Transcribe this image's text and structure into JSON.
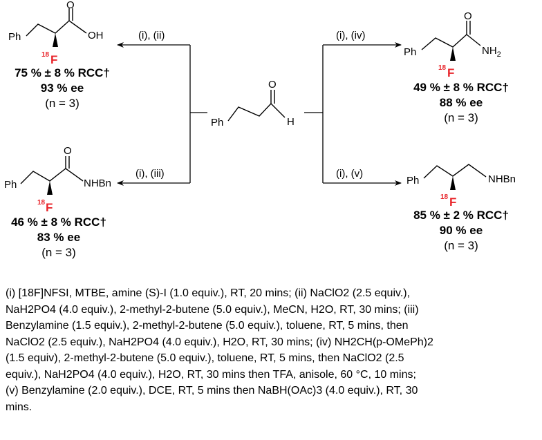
{
  "center": {
    "ph": "Ph",
    "o": "O",
    "h": "H"
  },
  "arrows": {
    "acid": "(i), (ii)",
    "benzylamide": "(i), (iii)",
    "amide": "(i), (iv)",
    "amine": "(i), (v)"
  },
  "products": {
    "acid": {
      "ph": "Ph",
      "o": "O",
      "oh": "OH",
      "f_mass": "18",
      "f": "F",
      "rcc": "75 % ± 8 % RCC†",
      "ee": "93 % ee",
      "n": "(n = 3)"
    },
    "benzylamide": {
      "ph": "Ph",
      "o": "O",
      "nhbn": "NHBn",
      "f_mass": "18",
      "f": "F",
      "rcc": "46 % ± 8 % RCC†",
      "ee": "83 % ee",
      "n": "(n = 3)"
    },
    "amide": {
      "ph": "Ph",
      "o": "O",
      "nh2": "NH",
      "nh2_sub": "2",
      "f_mass": "18",
      "f": "F",
      "rcc": "49 % ± 8 % RCC†",
      "ee": "88 % ee",
      "n": "(n = 3)"
    },
    "amine": {
      "ph": "Ph",
      "nhbn": "NHBn",
      "f_mass": "18",
      "f": "F",
      "rcc": "85 % ± 2 % RCC†",
      "ee": "90 % ee",
      "n": "(n = 3)"
    }
  },
  "conditions": {
    "lines": [
      "(i) [18F]NFSI, MTBE, amine (S)-I (1.0 equiv.), RT, 20 mins; (ii) NaClO2 (2.5 equiv.),",
      "NaH2PO4 (4.0 equiv.), 2-methyl-2-butene (5.0 equiv.), MeCN, H2O, RT, 30 mins; (iii)",
      "Benzylamine (1.5 equiv.), 2-methyl-2-butene (5.0 equiv.), toluene, RT, 5 mins, then",
      "NaClO2 (2.5 equiv.), NaH2PO4 (4.0 equiv.), H2O, RT, 30 mins; (iv) NH2CH(p-OMePh)2",
      "(1.5 equiv), 2-methyl-2-butene (5.0 equiv.), toluene, RT, 5 mins, then NaClO2 (2.5",
      "equiv.),  NaH2PO4 (4.0 equiv.), H2O, RT, 30 mins then TFA, anisole, 60 °C, 10 mins;",
      "(v) Benzylamine (2.0 equiv.), DCE, RT, 5 mins then NaBH(OAc)3 (4.0 equiv.), RT, 30",
      "mins."
    ]
  }
}
